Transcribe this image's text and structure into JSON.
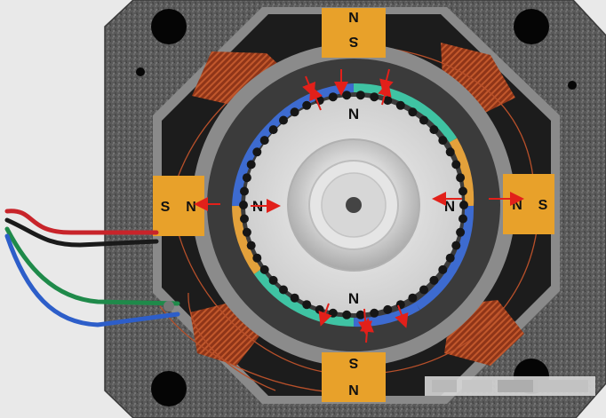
{
  "colors": {
    "background": "#e9e9e9",
    "housing": "#5a5a5a",
    "stator_dark": "#1c1c1c",
    "pole_face": "#e8a12a",
    "coil_copper": "#b34a25",
    "rotor_face": "#dcdcdc",
    "rotor_teeth": "#161616",
    "arrow": "#e2201a",
    "wire_red": "#c8242a",
    "wire_black": "#1a1a1a",
    "wire_green": "#1f8a4a",
    "wire_blue": "#2d5ec9",
    "magnet_blue": "#3d6bd0",
    "magnet_teal": "#3fc3a3",
    "magnet_orange": "#e3a13b"
  },
  "poles": {
    "top": {
      "outer": "N",
      "inner": "S"
    },
    "bottom": {
      "outer": "N",
      "inner": "S"
    },
    "left": {
      "outer": "S",
      "inner": "N"
    },
    "right": {
      "outer": "S",
      "inner": "N"
    }
  },
  "rotor_labels": {
    "top": "N",
    "bottom": "N",
    "left": "N",
    "right": "N"
  },
  "icons": {
    "wire_bundle": "wire-bundle-icon",
    "mounting_hole": "mounting-hole-icon",
    "shaft": "shaft-icon"
  }
}
